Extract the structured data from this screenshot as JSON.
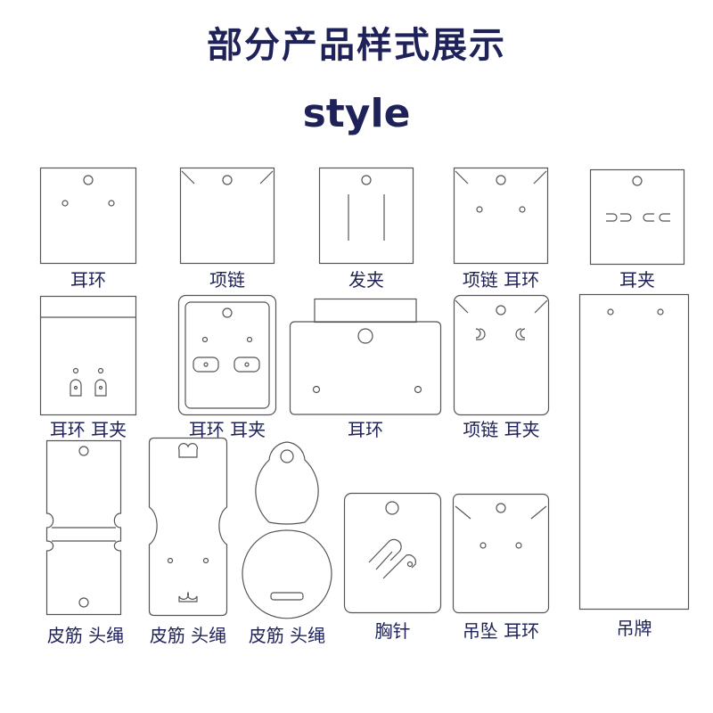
{
  "header": {
    "title_cn": "部分产品样式展示",
    "title_en": "style"
  },
  "items": [
    {
      "label": "耳环"
    },
    {
      "label": "项链"
    },
    {
      "label": "发夹"
    },
    {
      "label": "项链 耳环"
    },
    {
      "label": "耳夹"
    },
    {
      "label": "耳环 耳夹"
    },
    {
      "label": "耳环 耳夹"
    },
    {
      "label": "耳环"
    },
    {
      "label": "项链 耳夹"
    },
    {
      "label": "吊牌"
    },
    {
      "label": "皮筋 头绳"
    },
    {
      "label": "皮筋 头绳"
    },
    {
      "label": "皮筋 头绳"
    },
    {
      "label": "胸针"
    },
    {
      "label": "吊坠 耳环"
    }
  ]
}
